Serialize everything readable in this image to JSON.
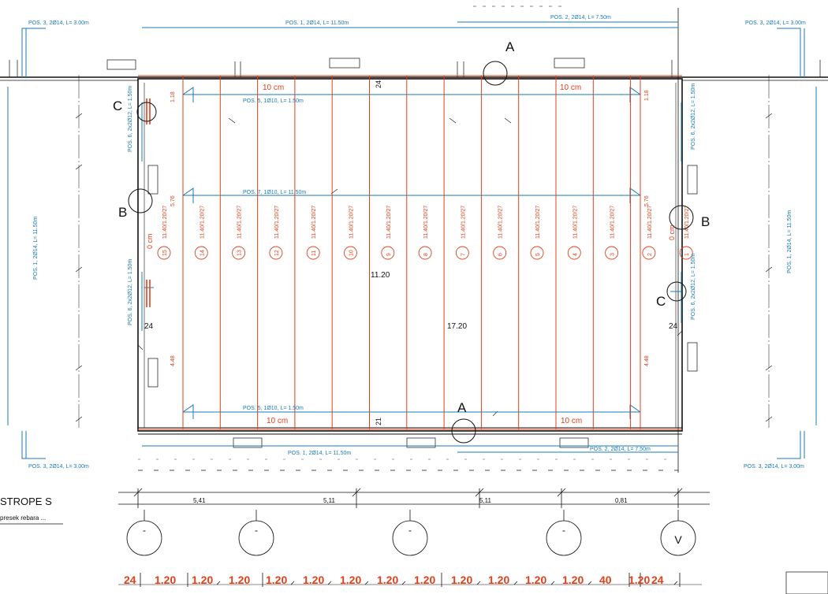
{
  "colors": {
    "rebar_blue": "#1a7bb6",
    "joist_red": "#e1401b",
    "line_black": "#111111"
  },
  "section_marks": [
    "A",
    "A",
    "B",
    "B",
    "C",
    "C"
  ],
  "rebar_labels": {
    "top_pos1": "POS. 1, 2Ø14, L= 11.50m",
    "top_pos2": "POS. 2, 2Ø14, L= 7.50m",
    "top_pos3_left": "POS. 3, 2Ø14, L= 3.00m",
    "top_pos3_right": "POS. 3, 2Ø14, L= 3.00m",
    "bottom_pos1": "POS. 1, 2Ø14, L= 11.50m",
    "bottom_pos2": "POS. 2, 2Ø14, L= 7.50m",
    "bottom_pos3_left": "POS. 3, 2Ø14, L= 3.00m",
    "bottom_pos3_right": "POS. 3, 2Ø14, L= 3.00m",
    "pos5_top": "POS. 5, 1Ø10, L= 1.50m",
    "pos7_mid": "POS. 7, 1Ø10, L= 11.50m",
    "pos5_bottom": "POS. 5, 1Ø10, L= 1.50m",
    "pos6_left_top": "POS. 6, 2x2Ø12, L= 1.50m",
    "pos6_left_bottom": "POS. 6, 2x2Ø12, L= 1.50m",
    "pos6_right_top": "POS. 6, 2x2Ø12, L= 1.50m",
    "pos6_right_bottom": "POS. 6, 2x2Ø12, L= 1.50m",
    "pos1_left_vertical": "POS. 1, 2Ø14, L= 11.50m",
    "pos1_right_vertical": "POS. 1, 2Ø14, L= 11.50m"
  },
  "spacing_labels": [
    "10 cm",
    "10 cm",
    "10 cm",
    "10 cm"
  ],
  "edge_labels": [
    "0 cm",
    "0 cm"
  ],
  "dims": {
    "span_vertical": "11.20",
    "span_horizontal": "17.20",
    "wall_left": "24",
    "wall_right": "24",
    "wall_top": "24",
    "wall_bottom": "21",
    "red_left_top": "1.18",
    "red_left_mid": "5.76",
    "red_left_bottom": "4.48",
    "red_right_top": "1.18",
    "red_right_mid": "5.76",
    "red_right_bottom": "4.48"
  },
  "joists": {
    "numbers": [
      "15",
      "14",
      "13",
      "12",
      "11",
      "10",
      "9",
      "8",
      "7",
      "6",
      "5",
      "4",
      "3",
      "2",
      "1"
    ],
    "labels": [
      "11.40/1.20/27",
      "11.40/1.20/27",
      "11.40/1.20/27",
      "11.40/1.20/27",
      "11.40/1.20/27",
      "11.40/1.20/27",
      "11.40/1.20/27",
      "11.40/1.20/27",
      "11.40/1.20/27",
      "11.40/1.20/27",
      "11.40/1.20/27",
      "11.40/1.20/27",
      "11.40/1.20/27",
      "11.40/1.20/27",
      "11.40/1.20/27"
    ]
  },
  "bottom_dims": [
    "24",
    "1.20",
    "1.20",
    "1.20",
    "1.20",
    "1.20",
    "1.20",
    "1.20",
    "1.20",
    "1.20",
    "1.20",
    "1.20",
    "1.20",
    "40",
    "1.20",
    "24"
  ],
  "axis_dims": [
    "5,41",
    "5,11",
    "5,11",
    "0,81"
  ],
  "axis_markers": [
    "-",
    "-",
    "-",
    "-",
    "V"
  ],
  "title_block": {
    "title": "STROPE S",
    "subtitle": "presek rebara ..."
  }
}
